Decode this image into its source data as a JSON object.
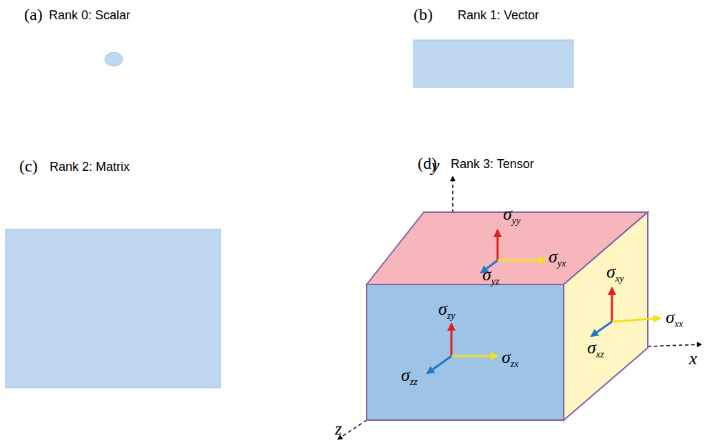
{
  "diagram": {
    "nodes": [
      {
        "text": [
          "(a)",
          "Rank 0: Scalar"
        ]
      },
      {
        "text": [
          "(b)",
          "Rank 1: Vector"
        ]
      },
      {
        "text": [
          "(c)",
          "Rank 2: Matrix"
        ]
      },
      {
        "text": [
          "(d)",
          "Rank 3: Tensor"
        ]
      }
    ],
    "labels": [
      "y",
      "x",
      "z",
      "σyy",
      "σyx",
      "σyz",
      "σxy",
      "σxx",
      "σxz",
      "σzy",
      "σzx",
      "σzz"
    ]
  }
}
